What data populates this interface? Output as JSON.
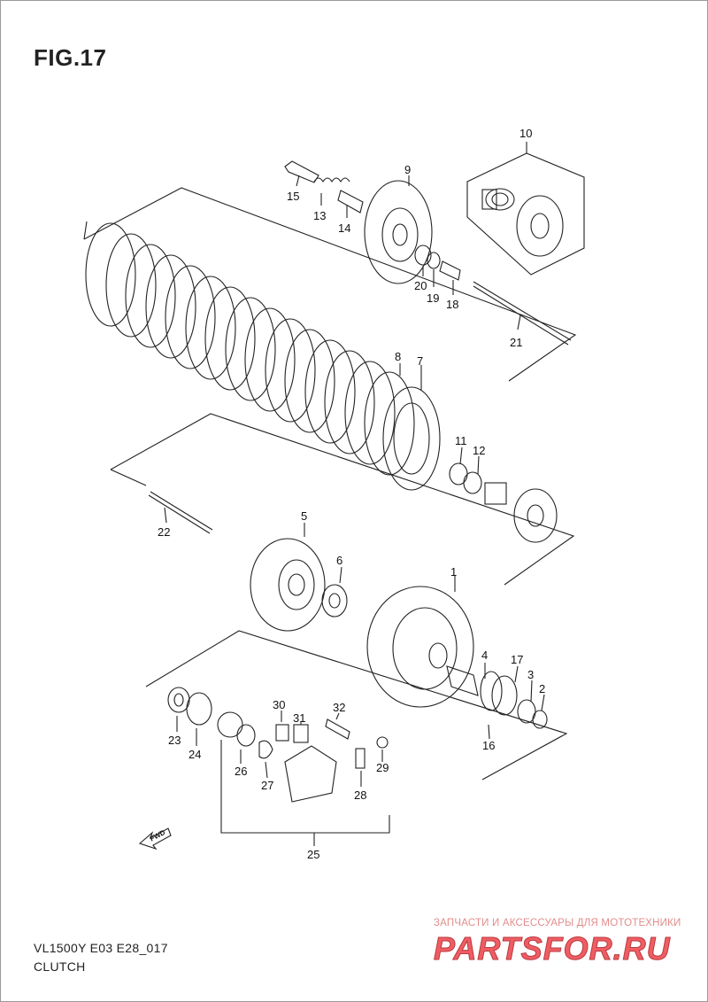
{
  "figure": {
    "title": "FIG.17",
    "model_code": "VL1500Y E03 E28_017",
    "section": "CLUTCH"
  },
  "fwd_label": "FWD",
  "watermark": {
    "tagline": "ЗАПЧАСТИ И АКСЕССУАРЫ ДЛЯ МОТОТЕХНИКИ",
    "brand": "PARTSFOR.RU"
  },
  "callouts": [
    "10",
    "9",
    "15",
    "13",
    "14",
    "20",
    "19",
    "18",
    "21",
    "8",
    "7",
    "11",
    "12",
    "22",
    "5",
    "6",
    "1",
    "4",
    "17",
    "3",
    "2",
    "16",
    "30",
    "31",
    "32",
    "23",
    "24",
    "26",
    "27",
    "28",
    "29",
    "25"
  ]
}
